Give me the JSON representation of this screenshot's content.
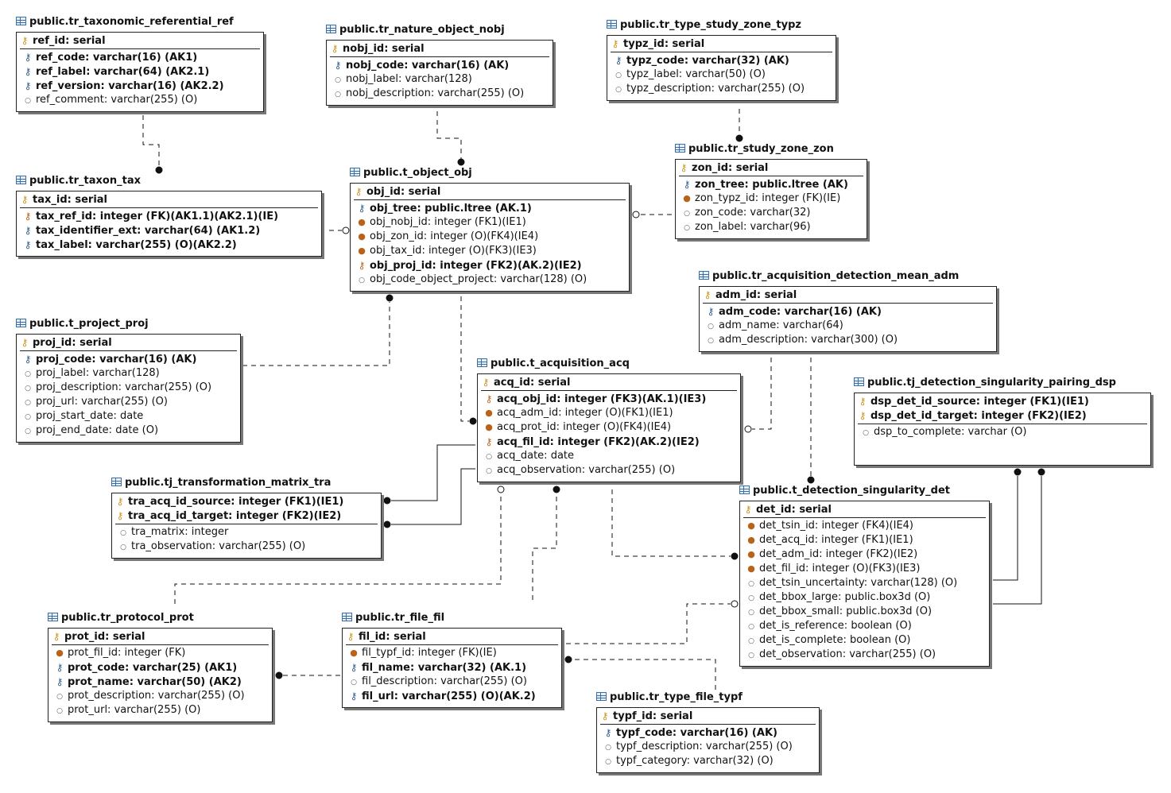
{
  "diagram_type": "ER diagram",
  "entities": [
    {
      "name": "public.tr_taxonomic_referential_ref",
      "pk": [
        {
          "text": "ref_id: serial",
          "icon": "key-icon"
        }
      ],
      "attrs": [
        {
          "text": "ref_code: varchar(16) (AK1)",
          "icon": "alternate-key-icon",
          "bold": true
        },
        {
          "text": "ref_label: varchar(64) (AK2.1)",
          "icon": "alternate-key-icon",
          "bold": true
        },
        {
          "text": "ref_version: varchar(16) (AK2.2)",
          "icon": "alternate-key-icon",
          "bold": true
        },
        {
          "text": "ref_comment: varchar(255) (O)",
          "icon": "optional-attribute-icon",
          "bold": false
        }
      ]
    },
    {
      "name": "public.tr_nature_object_nobj",
      "pk": [
        {
          "text": "nobj_id: serial",
          "icon": "key-icon"
        }
      ],
      "attrs": [
        {
          "text": "nobj_code: varchar(16) (AK)",
          "icon": "alternate-key-icon",
          "bold": true
        },
        {
          "text": "nobj_label: varchar(128)",
          "icon": "optional-attribute-icon",
          "bold": false
        },
        {
          "text": "nobj_description: varchar(255) (O)",
          "icon": "optional-attribute-icon",
          "bold": false
        }
      ]
    },
    {
      "name": "public.tr_type_study_zone_typz",
      "pk": [
        {
          "text": "typz_id: serial",
          "icon": "key-icon"
        }
      ],
      "attrs": [
        {
          "text": "typz_code: varchar(32) (AK)",
          "icon": "alternate-key-icon",
          "bold": true
        },
        {
          "text": "typz_label: varchar(50) (O)",
          "icon": "optional-attribute-icon",
          "bold": false
        },
        {
          "text": "typz_description: varchar(255) (O)",
          "icon": "optional-attribute-icon",
          "bold": false
        }
      ]
    },
    {
      "name": "public.tr_study_zone_zon",
      "pk": [
        {
          "text": "zon_id: serial",
          "icon": "key-icon"
        }
      ],
      "attrs": [
        {
          "text": "zon_tree: public.ltree (AK)",
          "icon": "alternate-key-icon",
          "bold": true
        },
        {
          "text": "zon_typz_id: integer (FK)(IE)",
          "icon": "foreign-key-icon",
          "bold": false
        },
        {
          "text": "zon_code: varchar(32)",
          "icon": "optional-attribute-icon",
          "bold": false
        },
        {
          "text": "zon_label: varchar(96)",
          "icon": "optional-attribute-icon",
          "bold": false
        }
      ]
    },
    {
      "name": "public.tr_taxon_tax",
      "pk": [
        {
          "text": "tax_id: serial",
          "icon": "key-icon"
        }
      ],
      "attrs": [
        {
          "text": "tax_ref_id: integer (FK)(AK1.1)(AK2.1)(IE)",
          "icon": "foreign-alternate-key-icon",
          "bold": true
        },
        {
          "text": "tax_identifier_ext: varchar(64) (AK1.2)",
          "icon": "alternate-key-icon",
          "bold": true
        },
        {
          "text": "tax_label: varchar(255) (O)(AK2.2)",
          "icon": "alternate-key-icon",
          "bold": true
        }
      ]
    },
    {
      "name": "public.t_object_obj",
      "pk": [
        {
          "text": "obj_id: serial",
          "icon": "key-icon"
        }
      ],
      "attrs": [
        {
          "text": "obj_tree: public.ltree (AK.1)",
          "icon": "alternate-key-icon",
          "bold": true
        },
        {
          "text": "obj_nobj_id: integer (FK1)(IE1)",
          "icon": "foreign-key-icon",
          "bold": false
        },
        {
          "text": "obj_zon_id: integer (O)(FK4)(IE4)",
          "icon": "foreign-key-icon",
          "bold": false
        },
        {
          "text": "obj_tax_id: integer (O)(FK3)(IE3)",
          "icon": "foreign-key-icon",
          "bold": false
        },
        {
          "text": "obj_proj_id: integer (FK2)(AK.2)(IE2)",
          "icon": "foreign-alternate-key-icon",
          "bold": true
        },
        {
          "text": "obj_code_object_project: varchar(128) (O)",
          "icon": "optional-attribute-icon",
          "bold": false
        }
      ]
    },
    {
      "name": "public.tr_acquisition_detection_mean_adm",
      "pk": [
        {
          "text": "adm_id: serial",
          "icon": "key-icon"
        }
      ],
      "attrs": [
        {
          "text": "adm_code: varchar(16) (AK)",
          "icon": "alternate-key-icon",
          "bold": true
        },
        {
          "text": "adm_name: varchar(64)",
          "icon": "optional-attribute-icon",
          "bold": false
        },
        {
          "text": "adm_description: varchar(300) (O)",
          "icon": "optional-attribute-icon",
          "bold": false
        }
      ]
    },
    {
      "name": "public.t_project_proj",
      "pk": [
        {
          "text": "proj_id: serial",
          "icon": "key-icon"
        }
      ],
      "attrs": [
        {
          "text": "proj_code: varchar(16) (AK)",
          "icon": "alternate-key-icon",
          "bold": true
        },
        {
          "text": "proj_label: varchar(128)",
          "icon": "optional-attribute-icon",
          "bold": false
        },
        {
          "text": "proj_description: varchar(255) (O)",
          "icon": "optional-attribute-icon",
          "bold": false
        },
        {
          "text": "proj_url: varchar(255) (O)",
          "icon": "optional-attribute-icon",
          "bold": false
        },
        {
          "text": "proj_start_date: date",
          "icon": "optional-attribute-icon",
          "bold": false
        },
        {
          "text": "proj_end_date: date (O)",
          "icon": "optional-attribute-icon",
          "bold": false
        }
      ]
    },
    {
      "name": "public.t_acquisition_acq",
      "pk": [
        {
          "text": "acq_id: serial",
          "icon": "key-icon"
        }
      ],
      "attrs": [
        {
          "text": "acq_obj_id: integer (FK3)(AK.1)(IE3)",
          "icon": "foreign-alternate-key-icon",
          "bold": true
        },
        {
          "text": "acq_adm_id: integer (O)(FK1)(IE1)",
          "icon": "foreign-key-icon",
          "bold": false
        },
        {
          "text": "acq_prot_id: integer (O)(FK4)(IE4)",
          "icon": "foreign-key-icon",
          "bold": false
        },
        {
          "text": "acq_fil_id: integer (FK2)(AK.2)(IE2)",
          "icon": "foreign-alternate-key-icon",
          "bold": true
        },
        {
          "text": "acq_date: date",
          "icon": "optional-attribute-icon",
          "bold": false
        },
        {
          "text": "acq_observation: varchar(255) (O)",
          "icon": "optional-attribute-icon",
          "bold": false
        }
      ]
    },
    {
      "name": "public.tj_detection_singularity_pairing_dsp",
      "pk": [
        {
          "text": "dsp_det_id_source: integer (FK1)(IE1)",
          "icon": "key-icon"
        },
        {
          "text": "dsp_det_id_target: integer (FK2)(IE2)",
          "icon": "key-icon"
        }
      ],
      "attrs": [
        {
          "text": "dsp_to_complete: varchar (O)",
          "icon": "optional-attribute-icon",
          "bold": false
        }
      ]
    },
    {
      "name": "public.tj_transformation_matrix_tra",
      "pk": [
        {
          "text": "tra_acq_id_source: integer (FK1)(IE1)",
          "icon": "key-icon"
        },
        {
          "text": "tra_acq_id_target: integer (FK2)(IE2)",
          "icon": "key-icon"
        }
      ],
      "attrs": [
        {
          "text": "tra_matrix: integer",
          "icon": "optional-attribute-icon",
          "bold": false
        },
        {
          "text": "tra_observation: varchar(255) (O)",
          "icon": "optional-attribute-icon",
          "bold": false
        }
      ]
    },
    {
      "name": "public.t_detection_singularity_det",
      "pk": [
        {
          "text": "det_id: serial",
          "icon": "key-icon"
        }
      ],
      "attrs": [
        {
          "text": "det_tsin_id: integer (FK4)(IE4)",
          "icon": "foreign-key-icon",
          "bold": false
        },
        {
          "text": "det_acq_id: integer (FK1)(IE1)",
          "icon": "foreign-key-icon",
          "bold": false
        },
        {
          "text": "det_adm_id: integer (FK2)(IE2)",
          "icon": "foreign-key-icon",
          "bold": false
        },
        {
          "text": "det_fil_id: integer (O)(FK3)(IE3)",
          "icon": "foreign-key-icon",
          "bold": false
        },
        {
          "text": "det_tsin_uncertainty: varchar(128) (O)",
          "icon": "optional-attribute-icon",
          "bold": false
        },
        {
          "text": "det_bbox_large: public.box3d (O)",
          "icon": "optional-attribute-icon",
          "bold": false
        },
        {
          "text": "det_bbox_small: public.box3d (O)",
          "icon": "optional-attribute-icon",
          "bold": false
        },
        {
          "text": "det_is_reference: boolean (O)",
          "icon": "optional-attribute-icon",
          "bold": false
        },
        {
          "text": "det_is_complete: boolean (O)",
          "icon": "optional-attribute-icon",
          "bold": false
        },
        {
          "text": "det_observation: varchar(255) (O)",
          "icon": "optional-attribute-icon",
          "bold": false
        }
      ]
    },
    {
      "name": "public.tr_protocol_prot",
      "pk": [
        {
          "text": "prot_id: serial",
          "icon": "key-icon"
        }
      ],
      "attrs": [
        {
          "text": "prot_fil_id: integer (FK)",
          "icon": "foreign-key-icon",
          "bold": false
        },
        {
          "text": "prot_code: varchar(25) (AK1)",
          "icon": "alternate-key-icon",
          "bold": true
        },
        {
          "text": "prot_name: varchar(50) (AK2)",
          "icon": "alternate-key-icon",
          "bold": true
        },
        {
          "text": "prot_description: varchar(255) (O)",
          "icon": "optional-attribute-icon",
          "bold": false
        },
        {
          "text": "prot_url: varchar(255) (O)",
          "icon": "optional-attribute-icon",
          "bold": false
        }
      ]
    },
    {
      "name": "public.tr_file_fil",
      "pk": [
        {
          "text": "fil_id: serial",
          "icon": "key-icon"
        }
      ],
      "attrs": [
        {
          "text": "fil_typf_id: integer (FK)(IE)",
          "icon": "foreign-key-icon",
          "bold": false
        },
        {
          "text": "fil_name: varchar(32) (AK.1)",
          "icon": "alternate-key-icon",
          "bold": true
        },
        {
          "text": "fil_description: varchar(255) (O)",
          "icon": "optional-attribute-icon",
          "bold": false
        },
        {
          "text": "fil_url: varchar(255) (O)(AK.2)",
          "icon": "alternate-key-icon",
          "bold": true
        }
      ]
    },
    {
      "name": "public.tr_type_file_typf",
      "pk": [
        {
          "text": "typf_id: serial",
          "icon": "key-icon"
        }
      ],
      "attrs": [
        {
          "text": "typf_code: varchar(16) (AK)",
          "icon": "alternate-key-icon",
          "bold": true
        },
        {
          "text": "typf_description: varchar(255) (O)",
          "icon": "optional-attribute-icon",
          "bold": false
        },
        {
          "text": "typf_category: varchar(32) (O)",
          "icon": "optional-attribute-icon",
          "bold": false
        }
      ]
    }
  ],
  "relationships": [
    {
      "parent": "public.tr_taxonomic_referential_ref",
      "child": "public.tr_taxon_tax",
      "style": "dashed",
      "child_end": "filled-dot"
    },
    {
      "parent": "public.tr_nature_object_nobj",
      "child": "public.t_object_obj",
      "style": "dashed",
      "child_end": "filled-dot"
    },
    {
      "parent": "public.tr_type_study_zone_typz",
      "child": "public.tr_study_zone_zon",
      "style": "dashed",
      "child_end": "filled-dot"
    },
    {
      "parent": "public.tr_taxon_tax",
      "child": "public.t_object_obj",
      "style": "dashed",
      "child_end": "hollow-dot"
    },
    {
      "parent": "public.tr_study_zone_zon",
      "child": "public.t_object_obj",
      "style": "dashed",
      "child_end": "hollow-dot"
    },
    {
      "parent": "public.t_project_proj",
      "child": "public.t_object_obj",
      "style": "dashed",
      "child_end": "filled-dot"
    },
    {
      "parent": "public.t_object_obj",
      "child": "public.t_acquisition_acq",
      "style": "dashed",
      "child_end": "filled-dot"
    },
    {
      "parent": "public.tr_acquisition_detection_mean_adm",
      "child": "public.t_acquisition_acq",
      "style": "dashed",
      "child_end": "hollow-dot"
    },
    {
      "parent": "public.tr_acquisition_detection_mean_adm",
      "child": "public.t_detection_singularity_det",
      "style": "dashed",
      "child_end": "filled-dot"
    },
    {
      "parent": "public.t_acquisition_acq",
      "child": "public.tj_transformation_matrix_tra",
      "style": "solid",
      "child_end": "filled-dot"
    },
    {
      "parent": "public.t_acquisition_acq",
      "child": "public.tj_transformation_matrix_tra",
      "style": "solid",
      "child_end": "filled-dot"
    },
    {
      "parent": "public.tr_protocol_prot",
      "child": "public.t_acquisition_acq",
      "style": "dashed",
      "child_end": "hollow-dot"
    },
    {
      "parent": "public.tr_file_fil",
      "child": "public.t_acquisition_acq",
      "style": "dashed",
      "child_end": "filled-dot"
    },
    {
      "parent": "public.t_acquisition_acq",
      "child": "public.t_detection_singularity_det",
      "style": "dashed",
      "child_end": "filled-dot"
    },
    {
      "parent": "public.t_detection_singularity_det",
      "child": "public.tj_detection_singularity_pairing_dsp",
      "style": "solid",
      "child_end": "filled-dot"
    },
    {
      "parent": "public.t_detection_singularity_det",
      "child": "public.tj_detection_singularity_pairing_dsp",
      "style": "solid",
      "child_end": "filled-dot"
    },
    {
      "parent": "public.tr_file_fil",
      "child": "public.t_detection_singularity_det",
      "style": "dashed",
      "child_end": "hollow-dot"
    },
    {
      "parent": "public.tr_file_fil",
      "child": "public.tr_protocol_prot",
      "style": "dashed",
      "child_end": "filled-dot"
    },
    {
      "parent": "public.tr_type_file_typf",
      "child": "public.tr_file_fil",
      "style": "dashed",
      "child_end": "filled-dot"
    }
  ],
  "colors": {
    "line": "#111111",
    "shadow": "#777777",
    "key": "#c8961e",
    "foreign_key": "#b8621a",
    "alternate_key": "#2f5f8f"
  }
}
